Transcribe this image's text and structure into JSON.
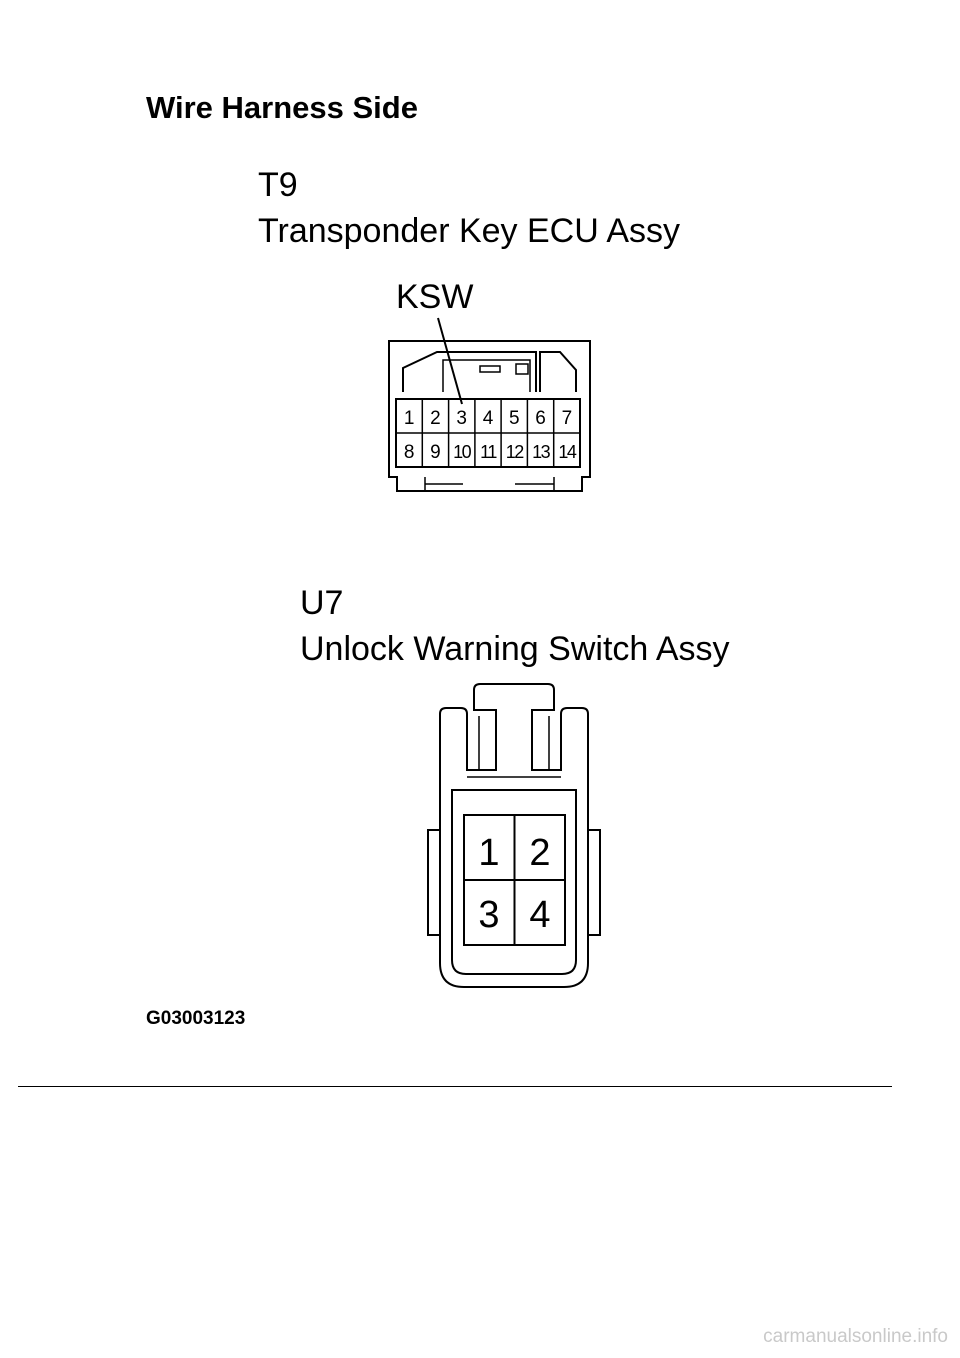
{
  "title": "Wire Harness Side",
  "connectors": [
    {
      "code": "T9",
      "name": "Transponder Key ECU Assy",
      "callout": "KSW",
      "pins_top": [
        "1",
        "2",
        "3",
        "4",
        "5",
        "6",
        "7"
      ],
      "pins_bottom": [
        "8",
        "9",
        "10",
        "11",
        "12",
        "13",
        "14"
      ]
    },
    {
      "code": "U7",
      "name": "Unlock Warning Switch Assy",
      "pins": [
        "1",
        "2",
        "3",
        "4"
      ]
    }
  ],
  "figure_code": "G03003123",
  "watermark": "carmanualsonline.info"
}
